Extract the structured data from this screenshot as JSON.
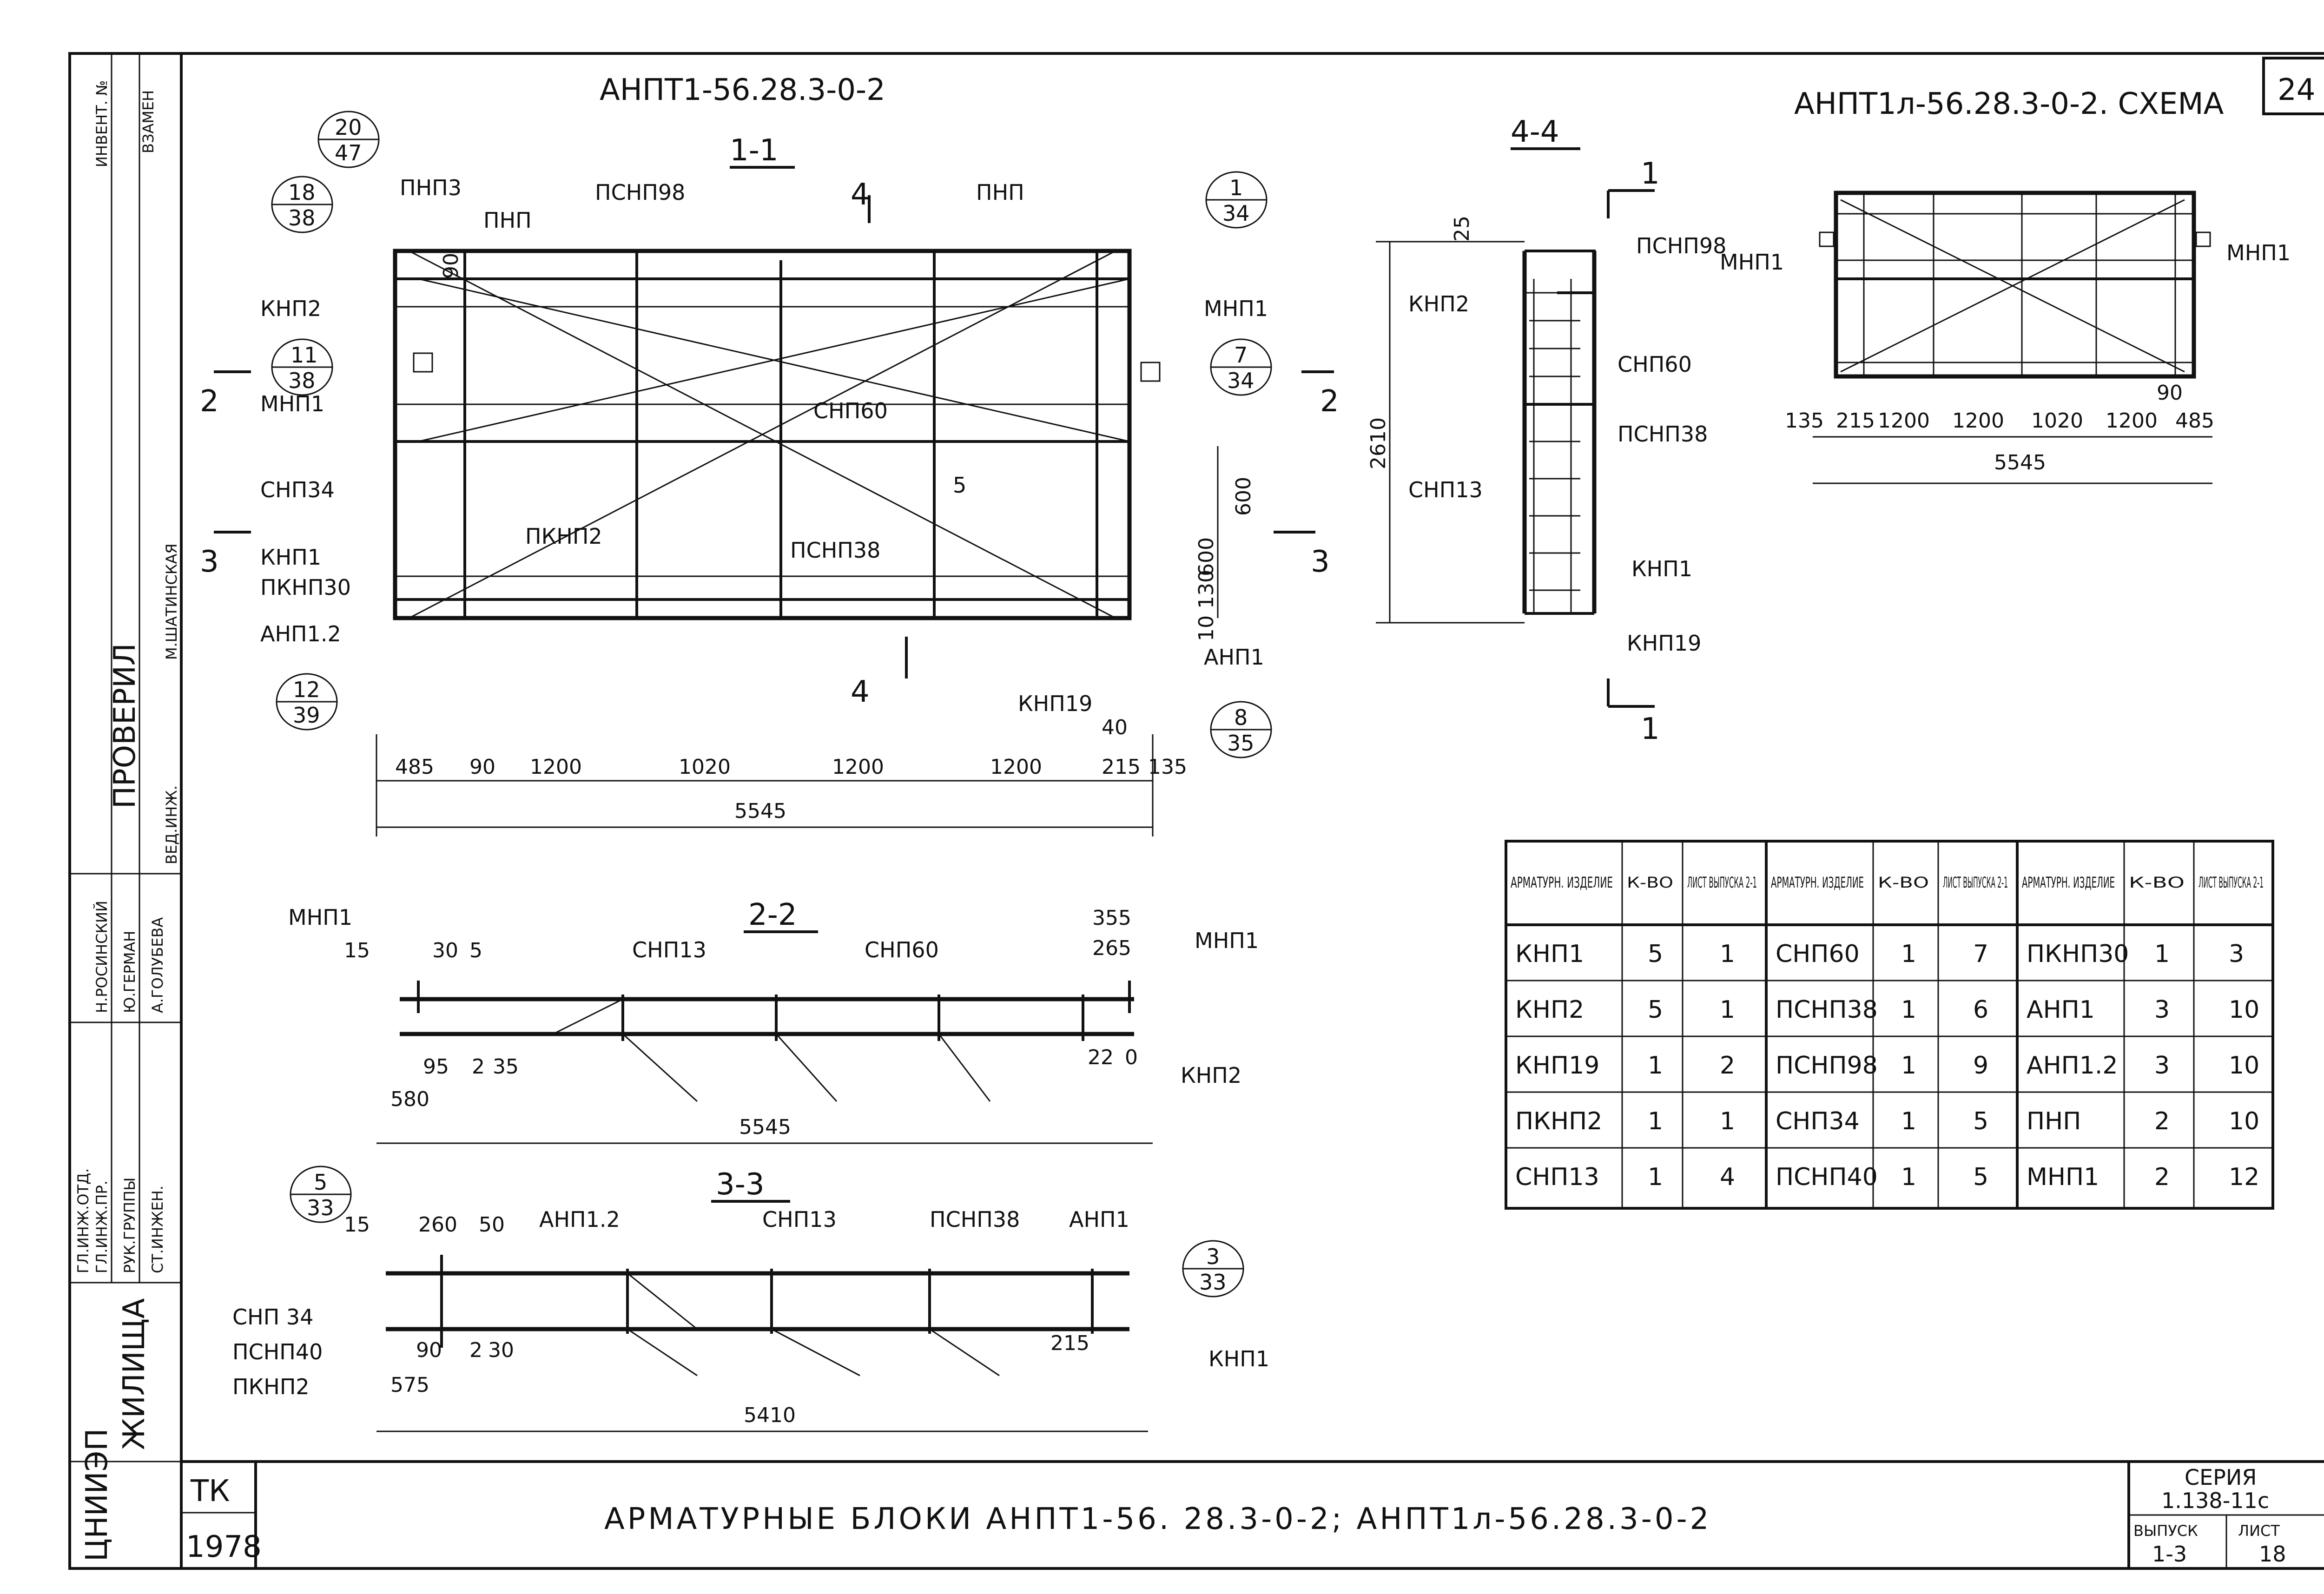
{
  "sheet_number": "24",
  "top_title_left": "АНПТ1-56.28.3-0-2",
  "top_title_right": "АНПТ1л-56.28.3-0-2. СХЕМА",
  "bottom_title": "АРМАТУРНЫЕ БЛОКИ АНПТ1-56. 28.3-0-2; АНПТ1л-56.28.3-0-2",
  "series": {
    "label": "СЕРИЯ",
    "value": "1.138-11с"
  },
  "issue": {
    "label": "ВЫПУСК",
    "value": "1-3"
  },
  "list": {
    "label": "ЛИСТ",
    "value": "18"
  },
  "org_left": {
    "tk": "ТК",
    "year": "1978",
    "logo": "ЦНИИЭП",
    "org": "ЖИЛИЩА"
  },
  "stamp": {
    "inv_label": "ИНВЕНТ. №",
    "replace_label": "ВЗАМЕН",
    "checked": "ПРОВЕРИЛ",
    "roles": [
      "ГЛ.ИНЖ.ОТД.",
      "ГЛ.ИНЖ.ПР.",
      "РУК.ГРУППЫ",
      "СТ.ИНЖЕН."
    ],
    "names": [
      "Н.РОСИНСКИЙ",
      "Ю.ГЕРМАН",
      "А.ГОЛУБЕВА",
      "ВЕД.ИНЖ."
    ],
    "checker": "М.ШАТИНСКАЯ"
  },
  "section_1": {
    "title": "1-1",
    "labels": [
      "ПНП3",
      "ПНП",
      "ПСНП98",
      "ПНП",
      "МНП1",
      "КНП2",
      "МНП1",
      "СНП60",
      "СНП34",
      "ПКНП2",
      "КНП1",
      "ПКНП30",
      "АНП1.2",
      "ПСНП38",
      "КНП19",
      "АНП1",
      "5"
    ],
    "callouts": [
      [
        "20",
        "47"
      ],
      [
        "18",
        "38"
      ],
      [
        "1",
        "34"
      ],
      [
        "11",
        "38"
      ],
      [
        "7",
        "34"
      ],
      [
        "12",
        "39"
      ],
      [
        "8",
        "35"
      ]
    ],
    "cut_marks": [
      "2",
      "2",
      "3",
      "3",
      "4",
      "4"
    ],
    "dims_left": [
      "90"
    ],
    "dims_right": [
      "600",
      "600",
      "130",
      "10"
    ],
    "dims_bottom": [
      "485",
      "90",
      "1200",
      "1020",
      "1200",
      "1200",
      "40",
      "215",
      "135"
    ],
    "total": "5545"
  },
  "section_2": {
    "title": "2-2",
    "labels": [
      "МНП1",
      "СНП13",
      "СНП60",
      "МНП1",
      "КНП2"
    ],
    "dims": [
      "15",
      "30",
      "5",
      "95",
      "2",
      "35",
      "580",
      "355",
      "265",
      "22",
      "0"
    ],
    "total": "5545"
  },
  "section_3": {
    "title": "3-3",
    "labels": [
      "АНП1.2",
      "СНП13",
      "ПСНП38",
      "АНП1",
      "СНП 34",
      "ПСНП40",
      "ПКНП2",
      "КНП1"
    ],
    "callouts": [
      [
        "5",
        "33"
      ],
      [
        "3",
        "33"
      ]
    ],
    "dims": [
      "15",
      "260",
      "50",
      "90",
      "2",
      "30",
      "575",
      "215"
    ],
    "total": "5410"
  },
  "section_4": {
    "title": "4-4",
    "labels": [
      "ПСНП98",
      "КНП2",
      "СНП60",
      "ПСНП38",
      "СНП13",
      "КНП1",
      "КНП19"
    ],
    "cut_marks": [
      "1",
      "1"
    ],
    "dims": [
      "25",
      "2610"
    ]
  },
  "scheme": {
    "labels": [
      "МНП1",
      "МНП1"
    ],
    "dims": [
      "135",
      "215",
      "1200",
      "1200",
      "1020",
      "1200",
      "90",
      "485"
    ],
    "total": "5545"
  },
  "spec_table": {
    "headers": [
      {
        "item": "АРМАТУРН. ИЗДЕЛИЕ",
        "qty": "К-ВО",
        "sheet": "ЛИСТ ВЫПУСКА 2-1"
      },
      {
        "item": "АРМАТУРН. ИЗДЕЛИЕ",
        "qty": "К-ВО",
        "sheet": "ЛИСТ ВЫПУСКА 2-1"
      },
      {
        "item": "АРМАТУРН. ИЗДЕЛИЕ",
        "qty": "К-ВО",
        "sheet": "ЛИСТ ВЫПУСКА 2-1"
      }
    ],
    "rows": [
      [
        "КНП1",
        "5",
        "1",
        "СНП60",
        "1",
        "7",
        "ПКНП30",
        "1",
        "3"
      ],
      [
        "КНП2",
        "5",
        "1",
        "ПСНП38",
        "1",
        "6",
        "АНП1",
        "3",
        "10"
      ],
      [
        "КНП19",
        "1",
        "2",
        "ПСНП98",
        "1",
        "9",
        "АНП1.2",
        "3",
        "10"
      ],
      [
        "ПКНП2",
        "1",
        "1",
        "СНП34",
        "1",
        "5",
        "ПНП",
        "2",
        "10"
      ],
      [
        "СНП13",
        "1",
        "4",
        "ПСНП40",
        "1",
        "5",
        "МНП1",
        "2",
        "12"
      ]
    ]
  }
}
